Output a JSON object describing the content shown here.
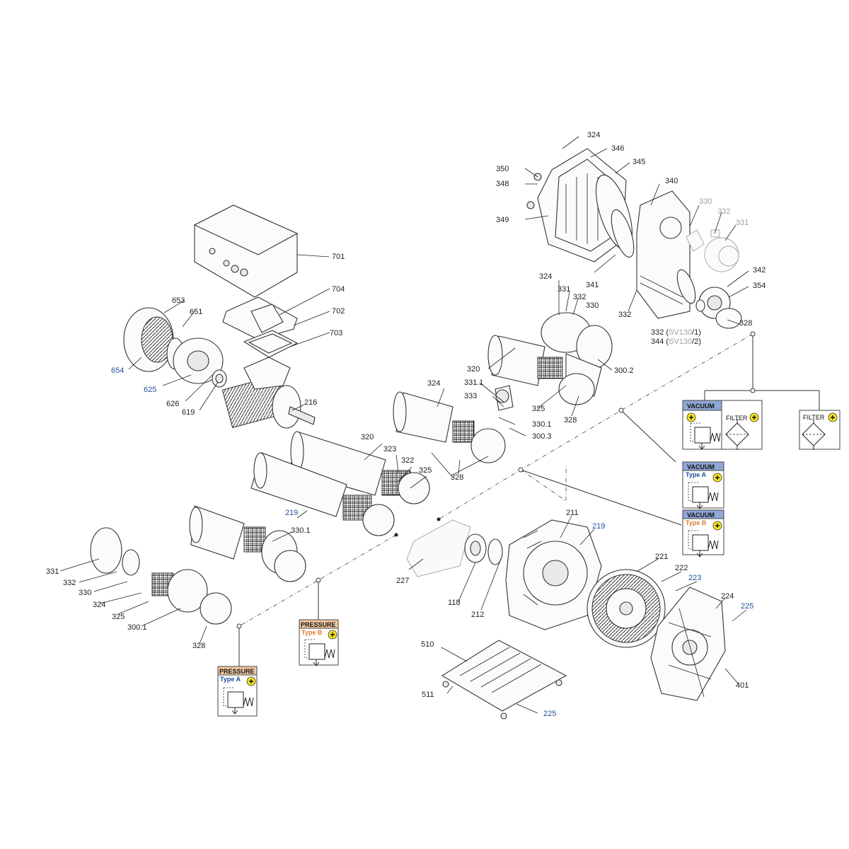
{
  "labels": {
    "l324a": "324",
    "l346": "346",
    "l350": "350",
    "l345": "345",
    "l348": "348",
    "l340": "340",
    "l330a": "330",
    "l332a": "332",
    "l331a": "331",
    "l349": "349",
    "l701": "701",
    "l342": "342",
    "l341": "341",
    "l324b": "324",
    "l354": "354",
    "l331b": "331",
    "l332b": "332",
    "l330b": "330",
    "l332c": "332",
    "l328a": "328",
    "l704": "704",
    "l653": "653",
    "l651": "651",
    "l702": "702",
    "l703": "703",
    "l654": "654",
    "l320a": "320",
    "l3002": "300.2",
    "l625": "625",
    "l626": "626",
    "l619": "619",
    "l216": "216",
    "l3311": "331.1",
    "l324c": "324",
    "l333": "333",
    "l325a": "325",
    "l3301a": "330.1",
    "l3003": "300.3",
    "l328b": "328",
    "l320b": "320",
    "l323": "323",
    "l322": "322",
    "l325b": "325",
    "l328c": "328",
    "l219a": "219",
    "l211": "211",
    "l219b": "219",
    "l3301b": "330.1",
    "l331c": "331",
    "l332d": "332",
    "l330c": "330",
    "l324d": "324",
    "l325c": "325",
    "l3001": "300.1",
    "l328d": "328",
    "l227": "227",
    "l118": "118",
    "l212": "212",
    "l221": "221",
    "l222": "222",
    "l223": "223",
    "l224": "224",
    "l225a": "225",
    "l401": "401",
    "l510": "510",
    "l511": "511",
    "l225b": "225"
  },
  "sv_notes": {
    "line1": {
      "pre": "332 (",
      "code": "SV130",
      "post": "/1)"
    },
    "line2": {
      "pre": "344 (",
      "code": "SV130",
      "post": "/2)"
    }
  },
  "valve_boxes": {
    "vacuum_main": {
      "header": "VACUUM"
    },
    "filter_a": {
      "header": "FILTER"
    },
    "filter_b": {
      "header": "FILTER"
    },
    "vacuum_a": {
      "header": "VACUUM",
      "type": "Type A"
    },
    "vacuum_b": {
      "header": "VACUUM",
      "type": "Type B"
    },
    "pressure_b": {
      "header": "PRESSURE",
      "type": "Type B"
    },
    "pressure_a": {
      "header": "PRESSURE",
      "type": "Type A"
    }
  },
  "colors": {
    "vacuum_header": "#8fa7d6",
    "pressure_header": "#f2c9a3",
    "type_a": "#1f4e9a",
    "type_b": "#e07a2a",
    "plus_badge": "#f5e31a",
    "blue_label": "#1f4e9a",
    "grey_label": "#a0a0a0"
  }
}
